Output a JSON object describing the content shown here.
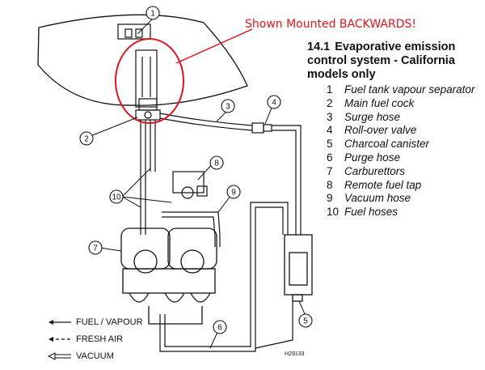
{
  "annotation": "Shown Mounted BACKWARDS!",
  "figure": {
    "number": "14.1",
    "title": "Evaporative emission control system - California models only"
  },
  "legend": [
    {
      "num": "1",
      "label": "Fuel tank vapour separator"
    },
    {
      "num": "2",
      "label": "Main fuel cock"
    },
    {
      "num": "3",
      "label": "Surge hose"
    },
    {
      "num": "4",
      "label": "Roll-over valve"
    },
    {
      "num": "5",
      "label": "Charcoal canister"
    },
    {
      "num": "6",
      "label": "Purge hose"
    },
    {
      "num": "7",
      "label": "Carburettors"
    },
    {
      "num": "8",
      "label": "Remote fuel tap"
    },
    {
      "num": "9",
      "label": "Vacuum hose"
    },
    {
      "num": "10",
      "label": "Fuel hoses"
    }
  ],
  "flow_key": {
    "fuel_vapour": "FUEL / VAPOUR",
    "fresh_air": "FRESH AIR",
    "vacuum": "VACUUM"
  },
  "callouts": [
    "1",
    "2",
    "3",
    "4",
    "5",
    "6",
    "7",
    "8",
    "9",
    "10"
  ],
  "reference": "H29133",
  "colors": {
    "annotation": "#e0141e",
    "line": "#111111"
  }
}
